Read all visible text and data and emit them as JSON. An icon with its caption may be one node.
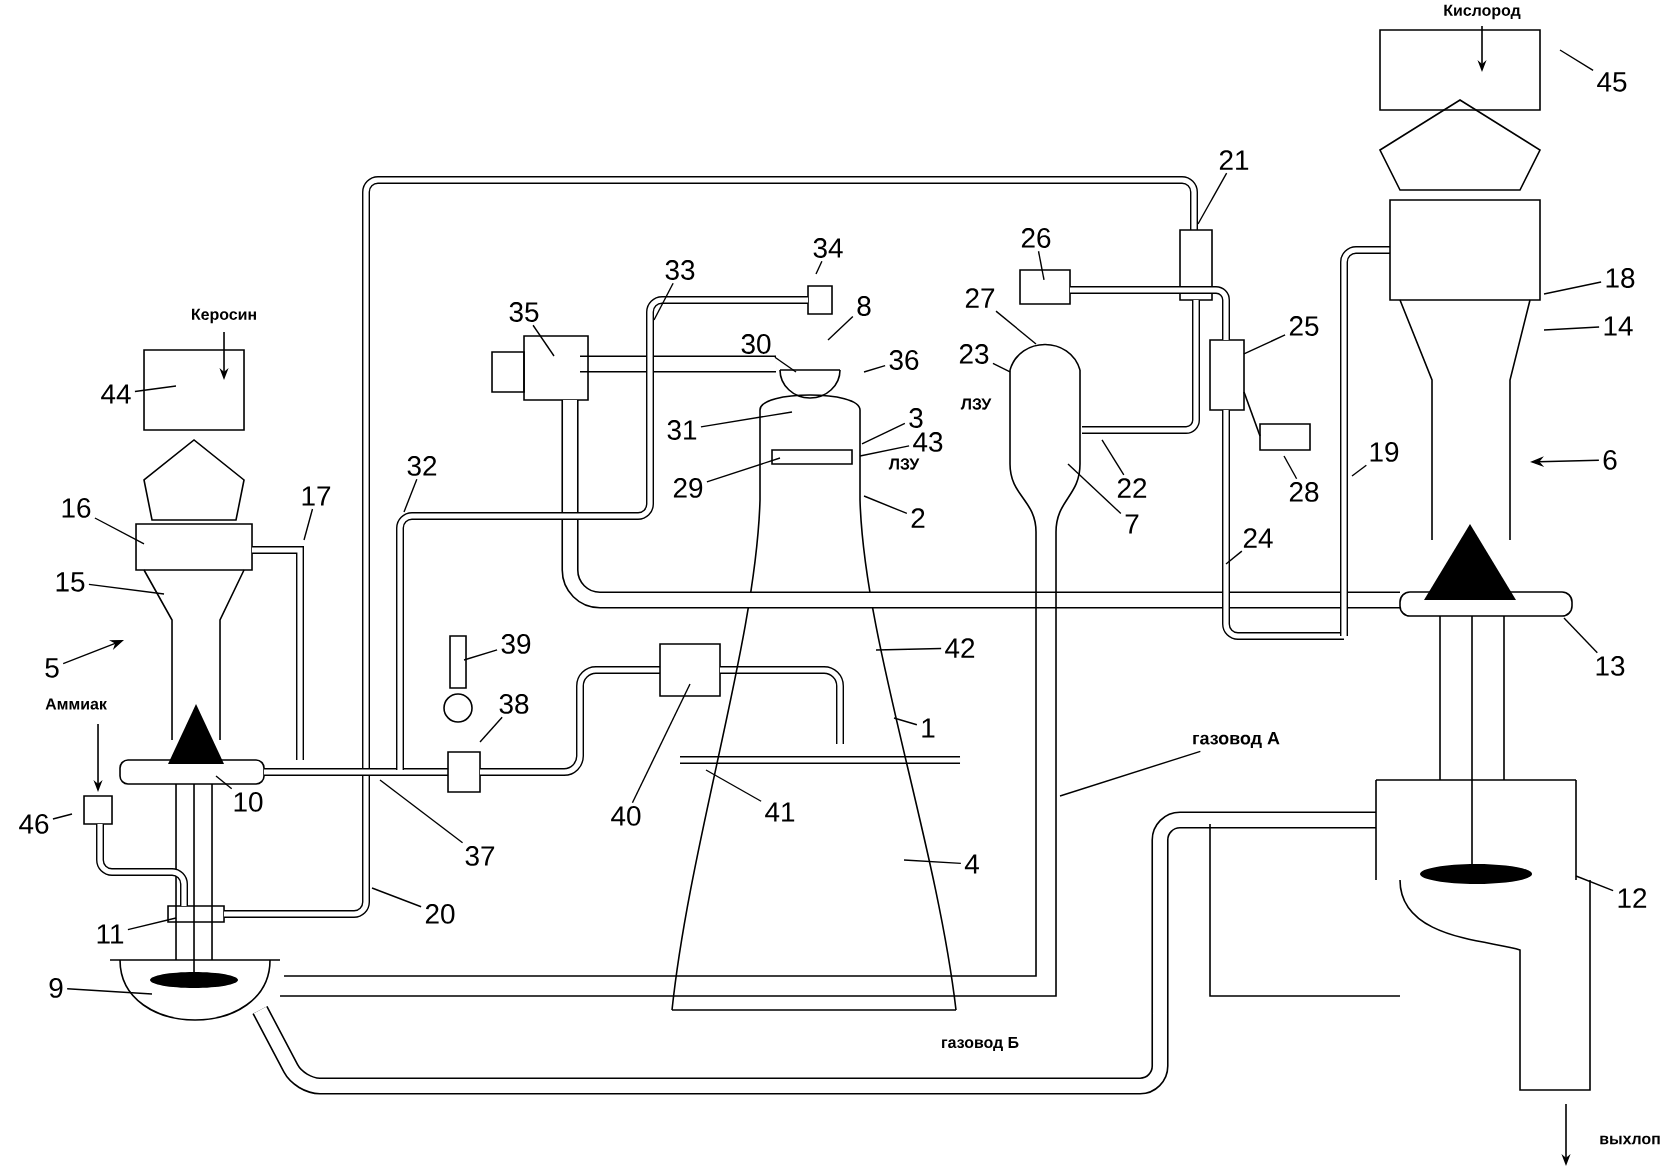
{
  "diagram": {
    "nodes": [
      {
        "text": [
          "1"
        ]
      },
      {
        "text": [
          "2"
        ]
      },
      {
        "text": [
          "3"
        ]
      },
      {
        "text": [
          "4"
        ]
      },
      {
        "text": [
          "5"
        ]
      },
      {
        "text": [
          "6"
        ]
      },
      {
        "text": [
          "7"
        ]
      },
      {
        "text": [
          "8"
        ]
      },
      {
        "text": [
          "9"
        ]
      },
      {
        "text": [
          "10"
        ]
      },
      {
        "text": [
          "11"
        ]
      },
      {
        "text": [
          "12"
        ]
      },
      {
        "text": [
          "13"
        ]
      },
      {
        "text": [
          "14"
        ]
      },
      {
        "text": [
          "15"
        ]
      },
      {
        "text": [
          "16"
        ]
      },
      {
        "text": [
          "17"
        ]
      },
      {
        "text": [
          "18"
        ]
      },
      {
        "text": [
          "19"
        ]
      },
      {
        "text": [
          "20"
        ]
      },
      {
        "text": [
          "21"
        ]
      },
      {
        "text": [
          "22"
        ]
      },
      {
        "text": [
          "23"
        ]
      },
      {
        "text": [
          "24"
        ]
      },
      {
        "text": [
          "25"
        ]
      },
      {
        "text": [
          "26"
        ]
      },
      {
        "text": [
          "27"
        ]
      },
      {
        "text": [
          "28"
        ]
      },
      {
        "text": [
          "29"
        ]
      },
      {
        "text": [
          "30"
        ]
      },
      {
        "text": [
          "31"
        ]
      },
      {
        "text": [
          "32"
        ]
      },
      {
        "text": [
          "33"
        ]
      },
      {
        "text": [
          "34"
        ]
      },
      {
        "text": [
          "35"
        ]
      },
      {
        "text": [
          "36"
        ]
      },
      {
        "text": [
          "37"
        ]
      },
      {
        "text": [
          "38"
        ]
      },
      {
        "text": [
          "39"
        ]
      },
      {
        "text": [
          "40"
        ]
      },
      {
        "text": [
          "41"
        ]
      },
      {
        "text": [
          "42"
        ]
      },
      {
        "text": [
          "43"
        ]
      },
      {
        "text": [
          "44"
        ]
      },
      {
        "text": [
          "45"
        ]
      },
      {
        "text": [
          "46"
        ]
      },
      {
        "text": [
          "газовод А"
        ]
      }
    ],
    "edges": [
      {
        "from": 0,
        "to": null,
        "arrow": "none"
      },
      {
        "from": 1,
        "to": null,
        "arrow": "none"
      },
      {
        "from": 2,
        "to": null,
        "arrow": "none"
      },
      {
        "from": 3,
        "to": null,
        "arrow": "none"
      },
      {
        "from": 4,
        "to": null,
        "arrow": "to"
      },
      {
        "from": 5,
        "to": null,
        "arrow": "to"
      },
      {
        "from": 6,
        "to": null,
        "arrow": "none"
      },
      {
        "from": 7,
        "to": null,
        "arrow": "none"
      },
      {
        "from": 8,
        "to": null,
        "arrow": "none"
      },
      {
        "from": 9,
        "to": null,
        "arrow": "none"
      },
      {
        "from": 10,
        "to": null,
        "arrow": "none"
      },
      {
        "from": 11,
        "to": null,
        "arrow": "none"
      },
      {
        "from": 12,
        "to": null,
        "arrow": "none"
      },
      {
        "from": 13,
        "to": null,
        "arrow": "none"
      },
      {
        "from": 14,
        "to": null,
        "arrow": "none"
      },
      {
        "from": 15,
        "to": null,
        "arrow": "none"
      },
      {
        "from": 16,
        "to": null,
        "arrow": "none"
      },
      {
        "from": 17,
        "to": null,
        "arrow": "none"
      },
      {
        "from": 18,
        "to": null,
        "arrow": "none"
      },
      {
        "from": 19,
        "to": null,
        "arrow": "none"
      },
      {
        "from": 20,
        "to": null,
        "arrow": "none"
      },
      {
        "from": 21,
        "to": null,
        "arrow": "none"
      },
      {
        "from": 22,
        "to": null,
        "arrow": "none"
      },
      {
        "from": 23,
        "to": null,
        "arrow": "none"
      },
      {
        "from": 24,
        "to": null,
        "arrow": "none"
      },
      {
        "from": 25,
        "to": null,
        "arrow": "none"
      },
      {
        "from": 26,
        "to": null,
        "arrow": "none"
      },
      {
        "from": 27,
        "to": null,
        "arrow": "none"
      },
      {
        "from": 28,
        "to": null,
        "arrow": "none"
      },
      {
        "from": 29,
        "to": null,
        "arrow": "none"
      },
      {
        "from": 30,
        "to": null,
        "arrow": "none"
      },
      {
        "from": 31,
        "to": null,
        "arrow": "none"
      },
      {
        "from": 32,
        "to": null,
        "arrow": "none"
      },
      {
        "from": 33,
        "to": null,
        "arrow": "none"
      },
      {
        "from": 34,
        "to": null,
        "arrow": "none"
      },
      {
        "from": 35,
        "to": null,
        "arrow": "none"
      },
      {
        "from": 36,
        "to": null,
        "arrow": "none"
      },
      {
        "from": 37,
        "to": null,
        "arrow": "none"
      },
      {
        "from": 38,
        "to": null,
        "arrow": "none"
      },
      {
        "from": 39,
        "to": null,
        "arrow": "none"
      },
      {
        "from": 40,
        "to": null,
        "arrow": "none"
      },
      {
        "from": 41,
        "to": null,
        "arrow": "none"
      },
      {
        "from": 42,
        "to": null,
        "arrow": "none"
      },
      {
        "from": 43,
        "to": null,
        "arrow": "none"
      },
      {
        "from": 44,
        "to": null,
        "arrow": "none"
      },
      {
        "from": 45,
        "to": null,
        "arrow": "none"
      },
      {
        "from": 46,
        "to": null,
        "arrow": "none"
      }
    ],
    "labels": [
      "Кислород",
      "Керосин",
      "ЛЗУ",
      "ЛЗУ",
      "Аммиак",
      "газовод Б",
      "выхлоп"
    ]
  }
}
